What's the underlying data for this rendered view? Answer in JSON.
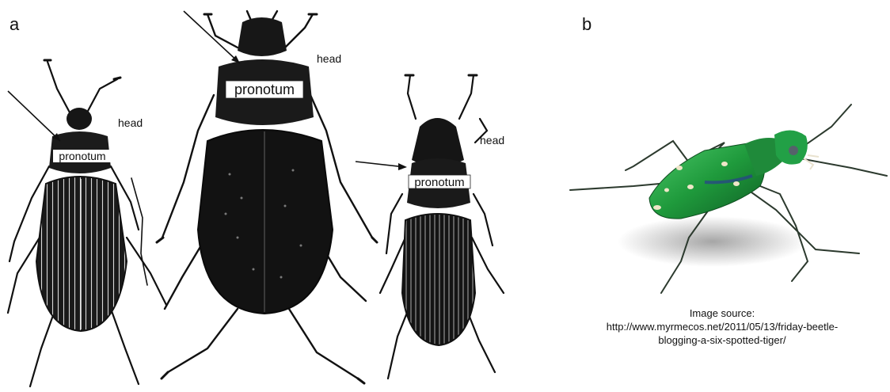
{
  "panels": [
    {
      "letter": "a",
      "beetles": [
        {
          "label_pronotum": "pronotum",
          "label_head": "head"
        },
        {
          "label_pronotum": "pronotum",
          "label_head": "head"
        },
        {
          "label_pronotum": "pronotum",
          "label_head": "head"
        }
      ]
    },
    {
      "letter": "b",
      "source_lines": [
        "Image source:",
        "http://www.myrmecos.net/2011/05/13/friday-beetle-",
        "blogging-a-six-spotted-tiger/"
      ]
    }
  ],
  "colors": {
    "ink": "#111111",
    "beetle_body": "#161616",
    "tiger_green": "#1f9a3c",
    "tiger_blue": "#2a3f8f",
    "spot": "#efe6c8"
  }
}
